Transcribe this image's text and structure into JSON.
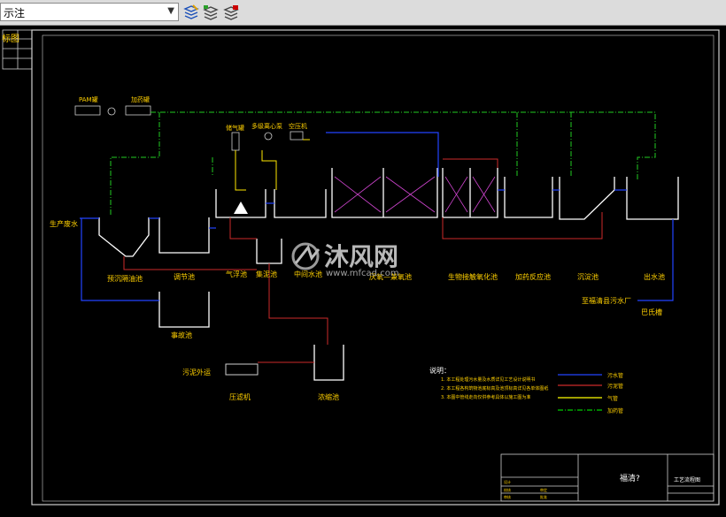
{
  "toolbar": {
    "layer_select_value": "示注",
    "buttons": [
      "layer-properties-icon",
      "layer-state-icon",
      "layer-freeze-icon"
    ]
  },
  "drawing": {
    "left_edge_text": "标图",
    "watermark_text": "沐风网",
    "watermark_url": "www.mfcad.com",
    "inlet_label": "生产废水",
    "top_labels": [
      "PAM罐",
      "加药罐",
      "储气罐",
      "多级离心泵",
      "空压机"
    ],
    "units": [
      "预沉隔油池",
      "调节池",
      "气浮池",
      "集泥池",
      "中间水池",
      "厌氧—兼氧池",
      "生物接触氧化池",
      "加药反应池",
      "沉淀池",
      "出水池",
      "事故池",
      "压滤机",
      "浓缩池"
    ],
    "sludge_outlet": "污泥外运",
    "discharge_label": "至福清县污水厂",
    "channel_label": "巴氏槽",
    "notes_title": "说明：",
    "notes": [
      "1. 本工程处理污水量及水质详见工艺设计说明书",
      "2. 本工程各构筑物池底标高及池顶标高详见各单体图纸",
      "3. 本图中管线走向仅供参考具体以施工图为准"
    ],
    "legend": [
      {
        "label": "污水管",
        "color": "#2244ff",
        "style": "solid"
      },
      {
        "label": "污泥管",
        "color": "#cc2a2a",
        "style": "solid"
      },
      {
        "label": "气管",
        "color": "#ffff00",
        "style": "solid"
      },
      {
        "label": "加药管",
        "color": "#00cc00",
        "style": "dashdot"
      }
    ],
    "title_block": {
      "project": "福清?",
      "drawing_title": "工艺流程图",
      "row_labels": [
        "设计",
        "校核",
        "审核",
        "审定",
        "批准"
      ]
    }
  }
}
